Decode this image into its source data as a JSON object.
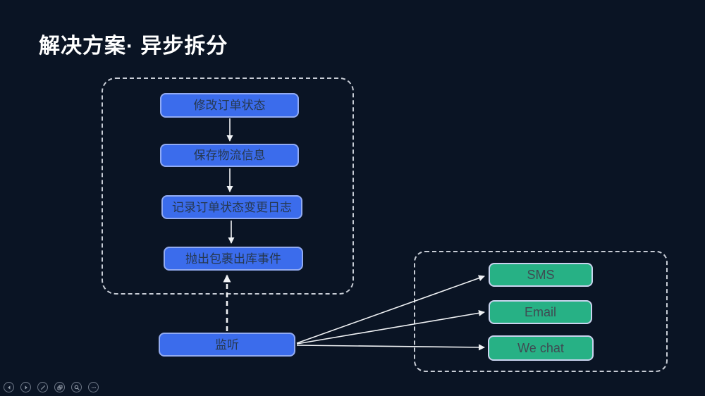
{
  "title": "解决方案· 异步拆分",
  "flow": {
    "steps": [
      "修改订单状态",
      "保存物流信息",
      "记录订单状态变更日志",
      "抛出包裹出库事件"
    ],
    "listener": "监听",
    "channels": [
      "SMS",
      "Email",
      "We chat"
    ]
  },
  "toolbar": {
    "icons": [
      "previous-slide",
      "next-slide",
      "pen-tools",
      "see-all-slides",
      "zoom",
      "more-options"
    ]
  },
  "colors": {
    "background": "#0a1424",
    "process_fill": "#3b6cec",
    "process_border": "#92abf2",
    "process_text": "#263850",
    "channel_fill": "#27b185",
    "channel_border": "#c9d3ee",
    "channel_text": "#3f4a52",
    "dashed_border": "#c8cdd6",
    "arrow": "#f0f2f5",
    "title_text": "#ffffff"
  }
}
